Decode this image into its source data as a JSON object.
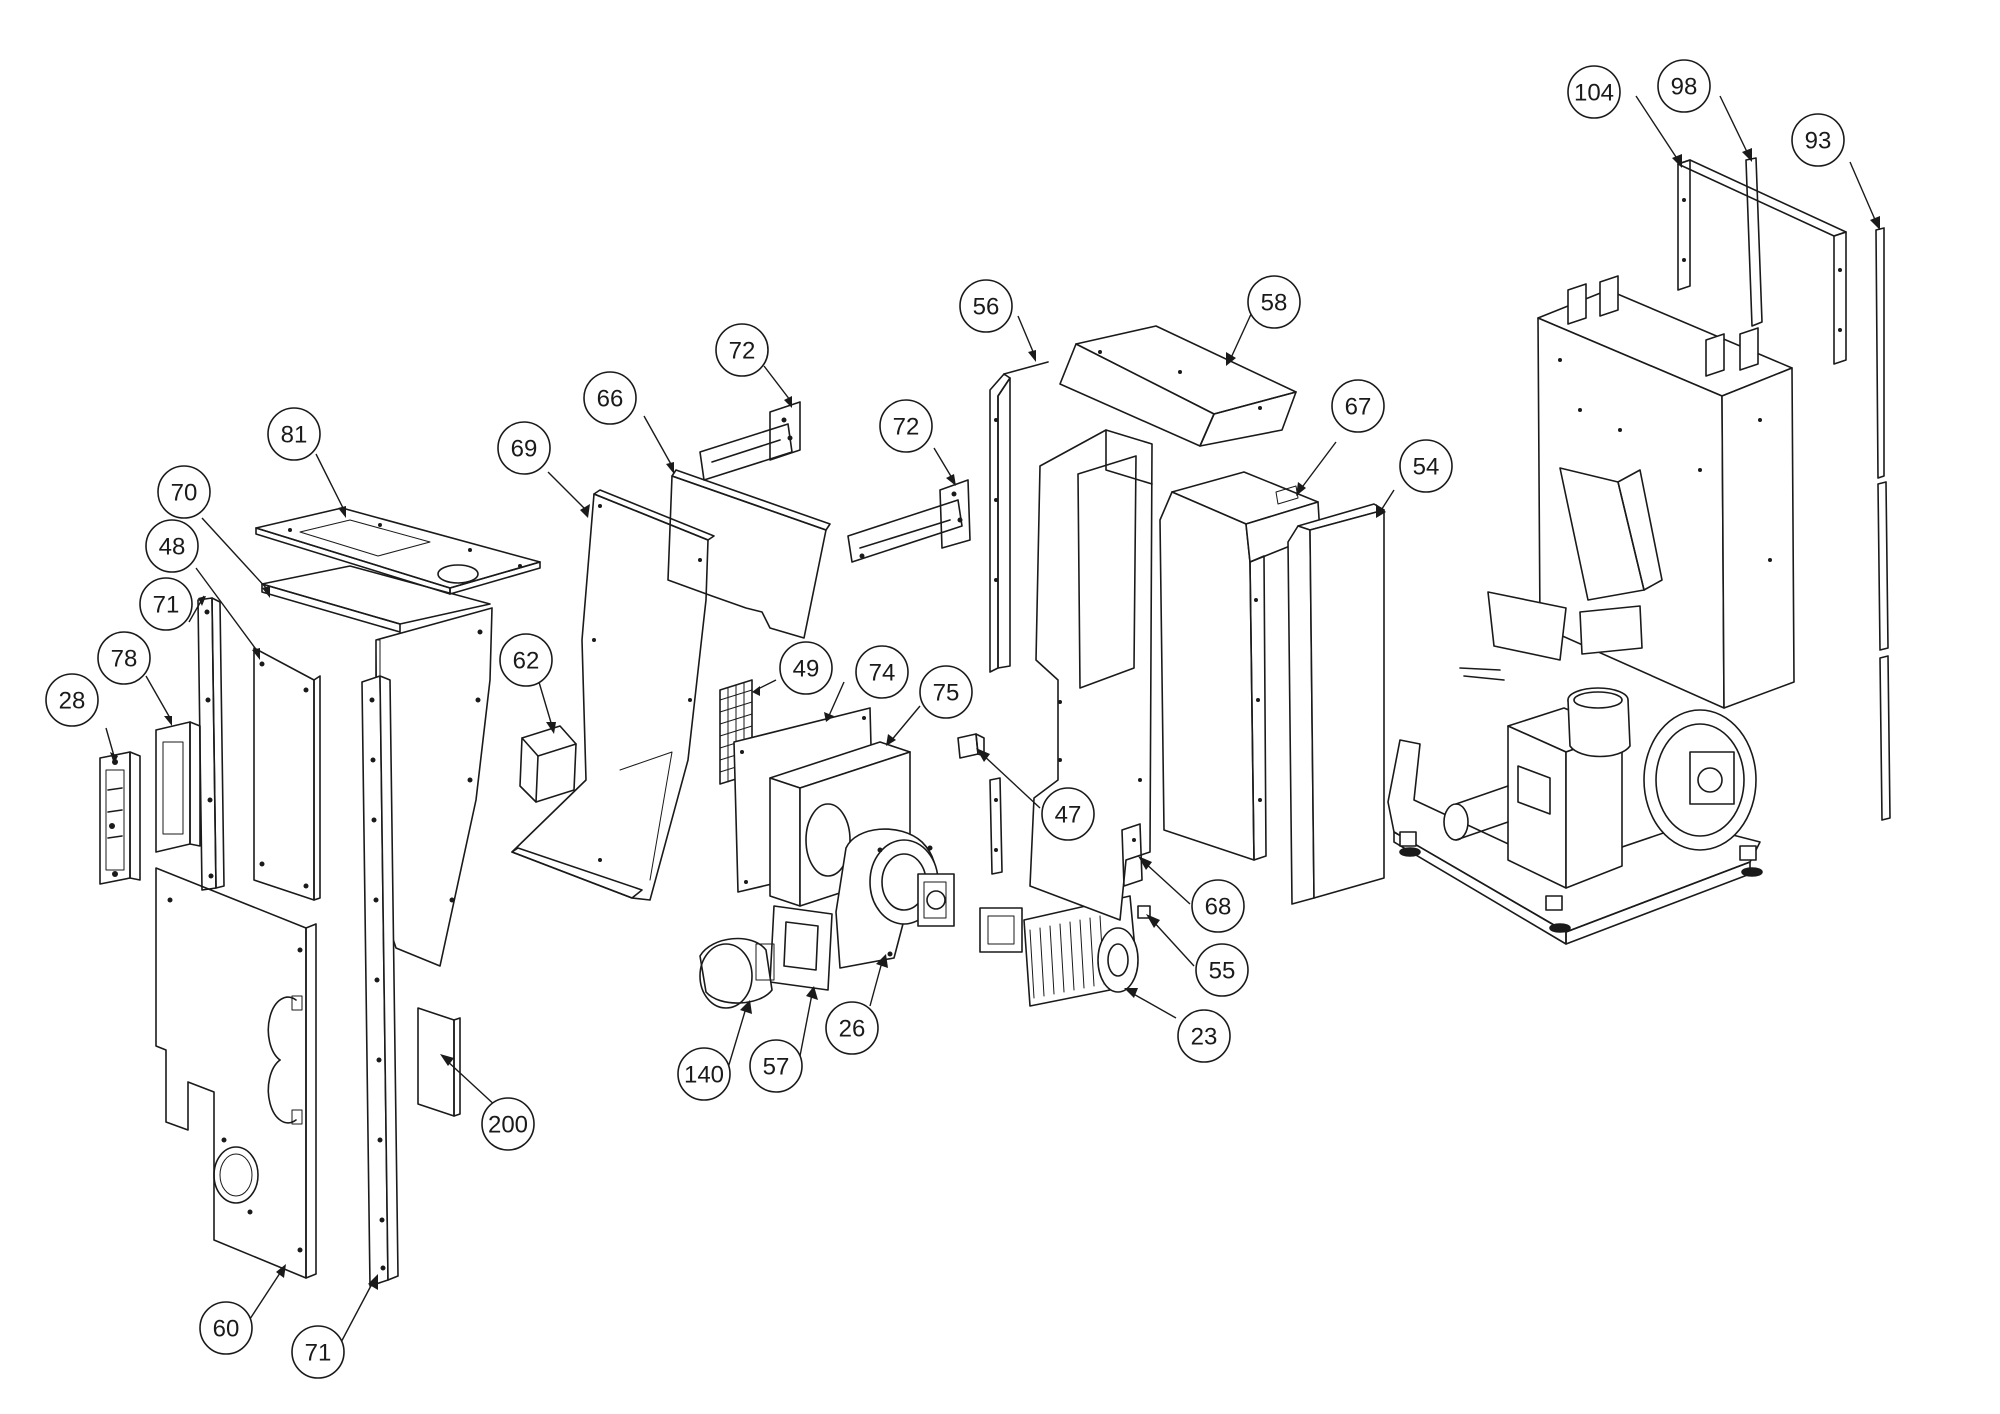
{
  "callouts": [
    {
      "id": "c28",
      "label": "28"
    },
    {
      "id": "c78",
      "label": "78"
    },
    {
      "id": "c71a",
      "label": "71"
    },
    {
      "id": "c48",
      "label": "48"
    },
    {
      "id": "c70",
      "label": "70"
    },
    {
      "id": "c81",
      "label": "81"
    },
    {
      "id": "c60",
      "label": "60"
    },
    {
      "id": "c71b",
      "label": "71"
    },
    {
      "id": "c200",
      "label": "200"
    },
    {
      "id": "c69",
      "label": "69"
    },
    {
      "id": "c62",
      "label": "62"
    },
    {
      "id": "c66",
      "label": "66"
    },
    {
      "id": "c72a",
      "label": "72"
    },
    {
      "id": "c72b",
      "label": "72"
    },
    {
      "id": "c49",
      "label": "49"
    },
    {
      "id": "c74",
      "label": "74"
    },
    {
      "id": "c75",
      "label": "75"
    },
    {
      "id": "c140",
      "label": "140"
    },
    {
      "id": "c57",
      "label": "57"
    },
    {
      "id": "c26",
      "label": "26"
    },
    {
      "id": "c56",
      "label": "56"
    },
    {
      "id": "c58",
      "label": "58"
    },
    {
      "id": "c47",
      "label": "47"
    },
    {
      "id": "c68",
      "label": "68"
    },
    {
      "id": "c55",
      "label": "55"
    },
    {
      "id": "c23",
      "label": "23"
    },
    {
      "id": "c67",
      "label": "67"
    },
    {
      "id": "c54",
      "label": "54"
    },
    {
      "id": "c104",
      "label": "104"
    },
    {
      "id": "c98",
      "label": "98"
    },
    {
      "id": "c93",
      "label": "93"
    }
  ]
}
